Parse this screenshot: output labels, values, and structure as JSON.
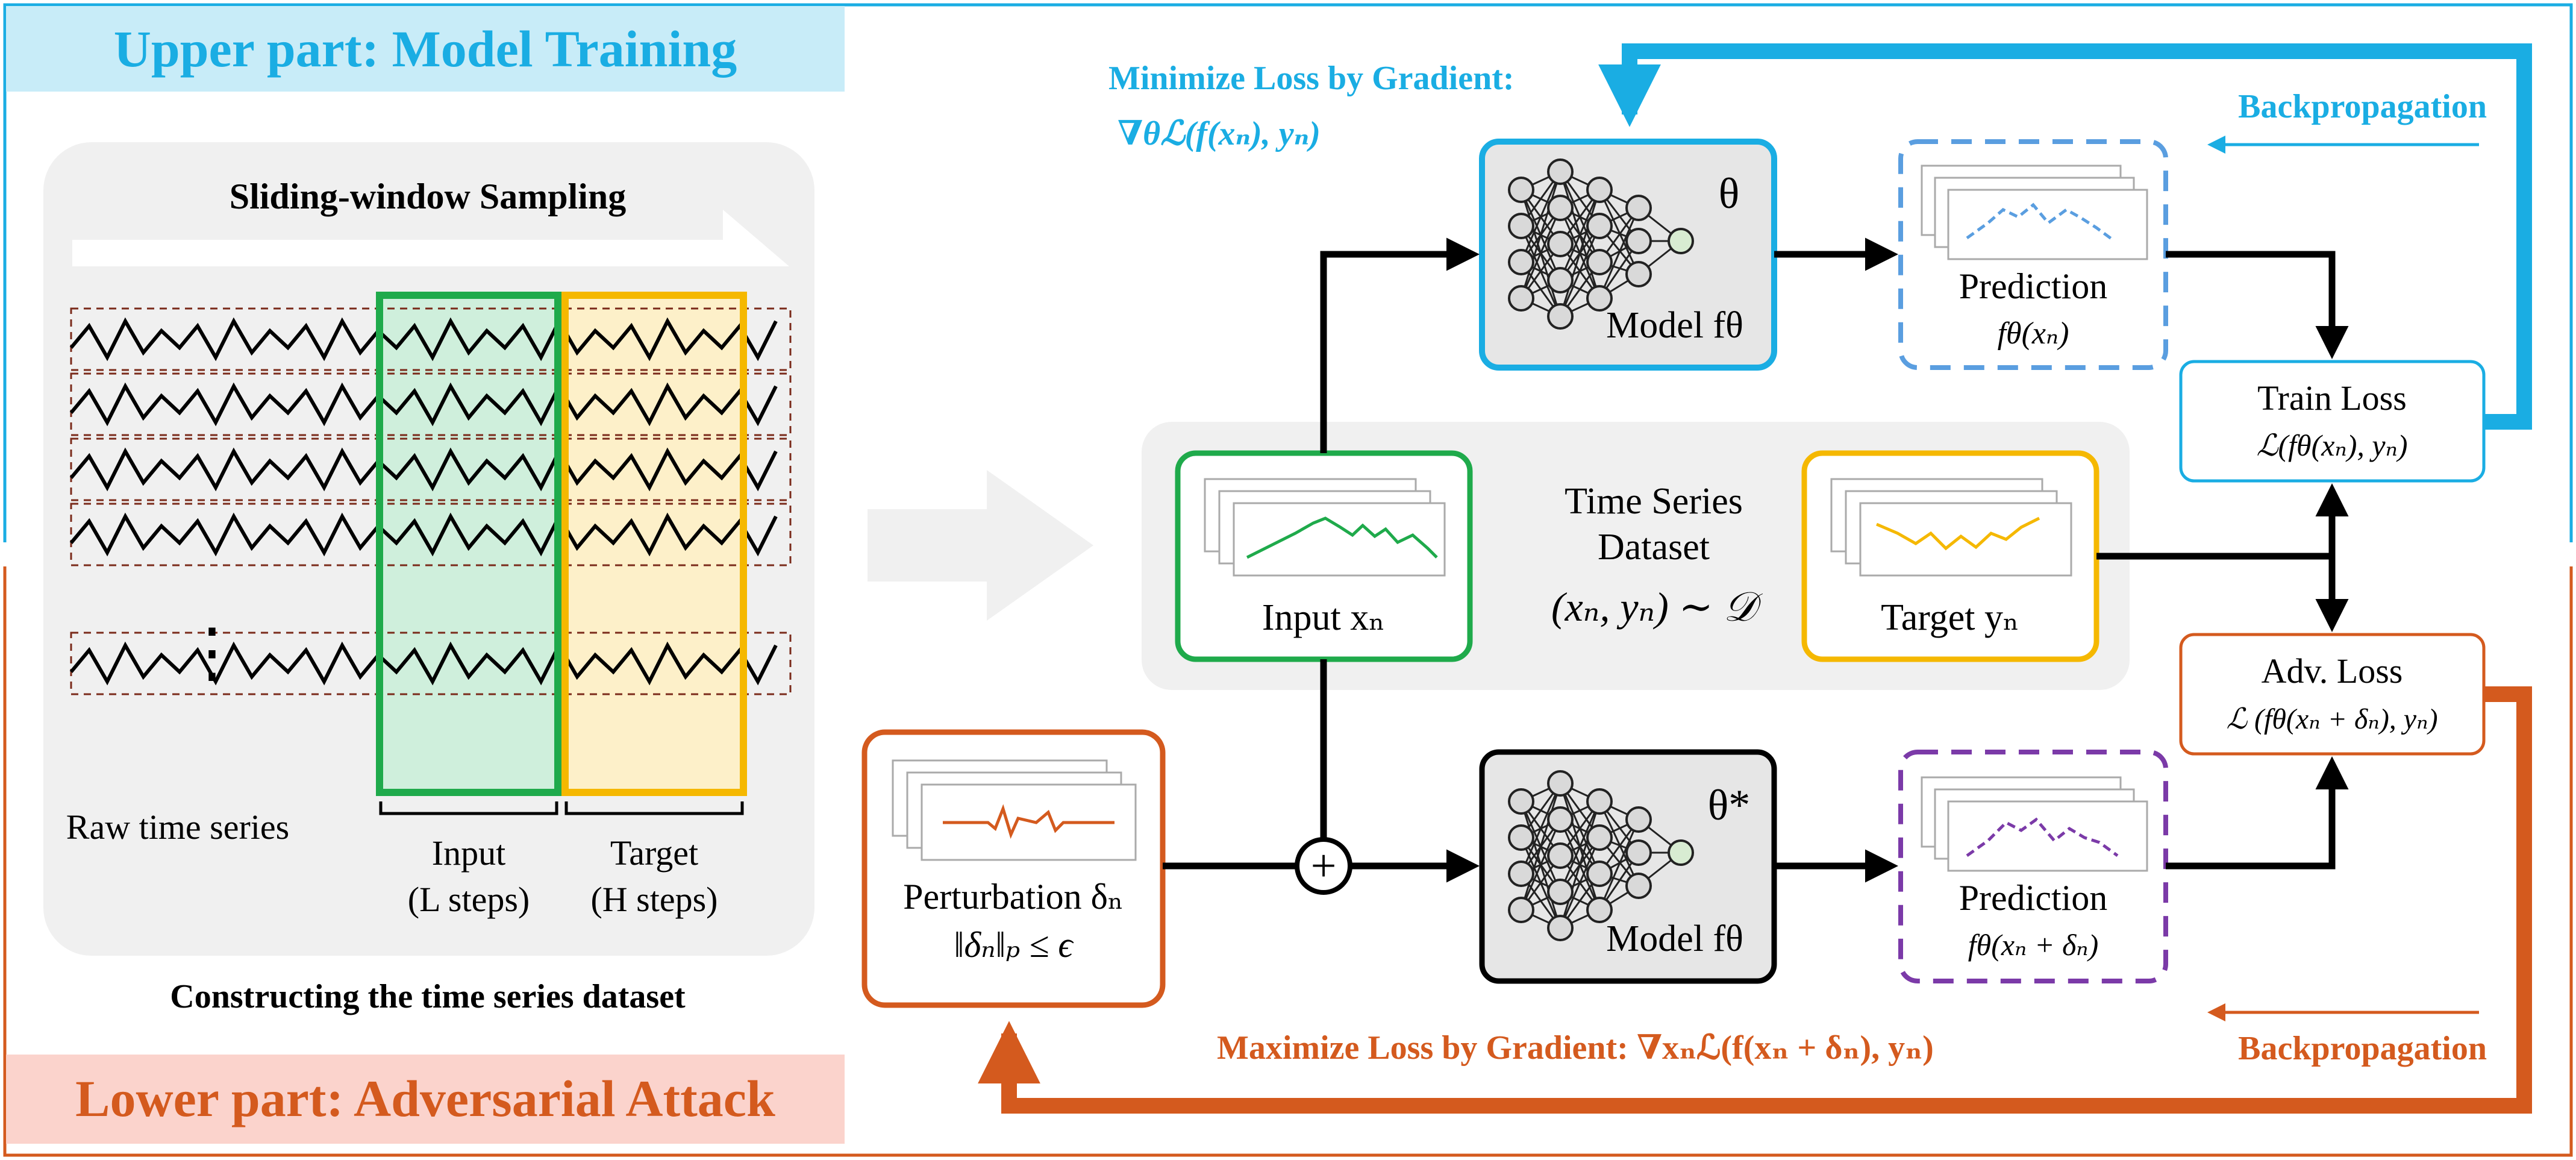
{
  "colors": {
    "blue": "#1aade3",
    "orange": "#d45a1e",
    "green": "#1faa4b",
    "yellow": "#f5b800",
    "purple": "#7b3aa8",
    "pred_blue": "#5a9ee0",
    "panel_gray": "#f0f0f0",
    "model_gray": "#e6e6e6",
    "upper_header_fill": "#c8ecf8",
    "lower_header_fill": "#fbd3cc"
  },
  "headers": {
    "upper": "Upper part: Model Training",
    "lower": "Lower part: Adversarial Attack"
  },
  "dataset_panel": {
    "sampling_label": "Sliding-window Sampling",
    "raw_label": "Raw time series",
    "ellipsis": "⋮",
    "input_brace_label": "Input",
    "input_brace_sub": "(L steps)",
    "target_brace_label": "Target",
    "target_brace_sub": "(H steps)",
    "caption": "Constructing the time series dataset"
  },
  "training": {
    "gradient_title": "Minimize Loss by Gradient:",
    "gradient_formula": "∇θℒ(f(xₙ), yₙ)",
    "model_label": "Model fθ",
    "theta": "θ",
    "prediction_label": "Prediction",
    "prediction_formula": "fθ(xₙ)",
    "backprop_label": "Backpropagation",
    "train_loss_label": "Train Loss",
    "train_loss_formula": "ℒ(fθ(xₙ), yₙ)"
  },
  "dataset": {
    "input_label": "Input  xₙ",
    "title_line1": "Time Series",
    "title_line2": "Dataset",
    "pair_formula": "(xₙ, yₙ) ∼ 𝒟",
    "target_label": "Target  yₙ"
  },
  "attack": {
    "perturb_label": "Perturbation  δₙ",
    "perturb_constraint": "‖δₙ‖ₚ ≤ ϵ",
    "plus": "+",
    "model_label": "Model fθ",
    "theta_star": "θ*",
    "prediction_label": "Prediction",
    "prediction_formula": "fθ(xₙ + δₙ)",
    "adv_loss_label": "Adv. Loss",
    "adv_loss_formula": "ℒ (fθ(xₙ + δₙ), yₙ)",
    "backprop_label": "Backpropagation",
    "gradient_text": "Maximize Loss by Gradient: ∇xₙℒ(f(xₙ + δₙ), yₙ)"
  }
}
